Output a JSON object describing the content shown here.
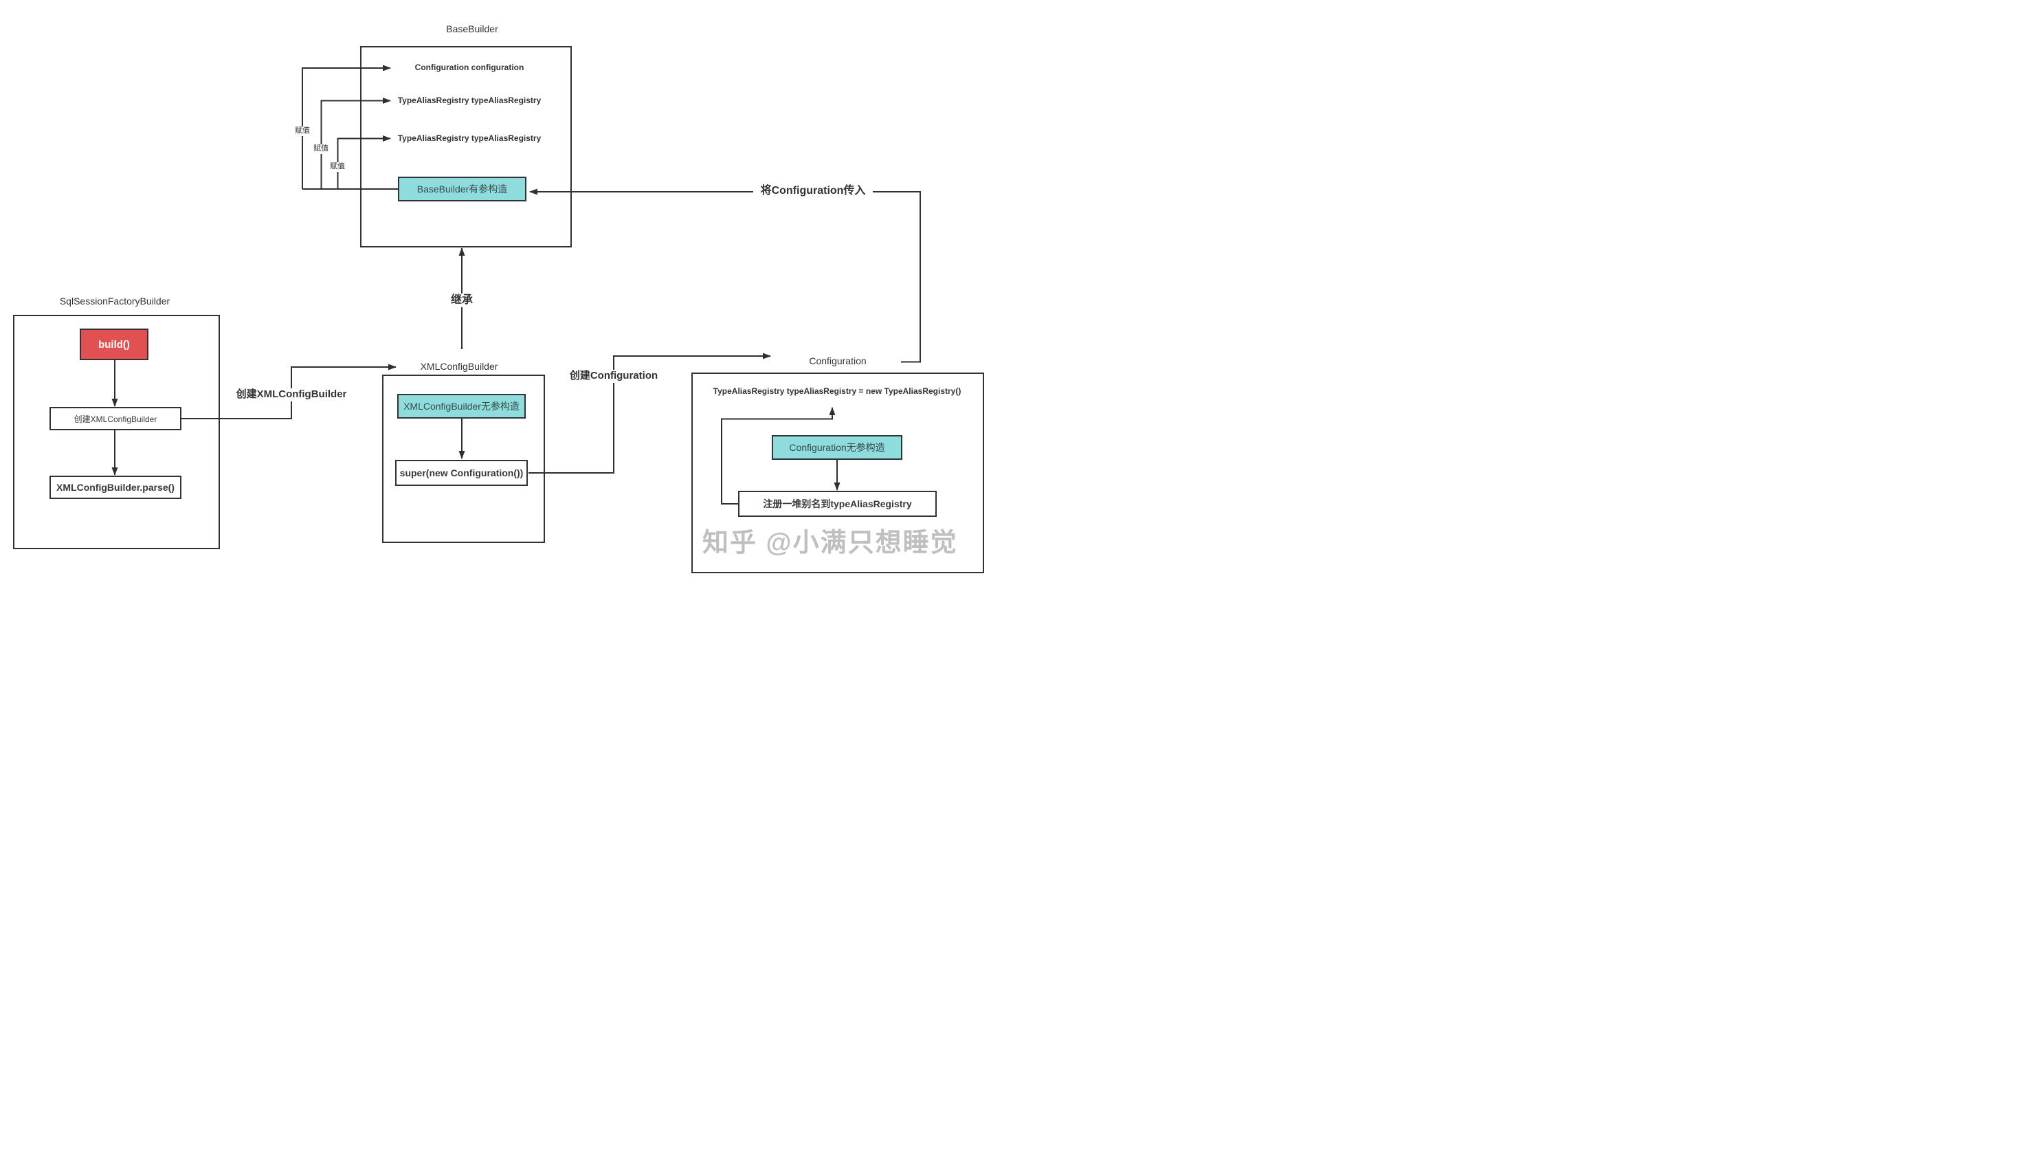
{
  "diagram": {
    "boxes": {
      "sql_session_factory_builder": {
        "title": "SqlSessionFactoryBuilder",
        "build_method": "build()",
        "create_xml_config_builder_step": "创建XMLConfigBuilder",
        "parse_step": "XMLConfigBuilder.parse()"
      },
      "xml_config_builder": {
        "title": "XMLConfigBuilder",
        "no_arg_constructor": "XMLConfigBuilder无参构造",
        "super_call": "super(new Configuration())"
      },
      "base_builder": {
        "title": "BaseBuilder",
        "fields": [
          "Configuration configuration",
          "TypeAliasRegistry typeAliasRegistry",
          "TypeAliasRegistry typeAliasRegistry"
        ],
        "param_constructor": "BaseBuilder有参构造"
      },
      "configuration": {
        "title": "Configuration",
        "field_init": "TypeAliasRegistry typeAliasRegistry = new TypeAliasRegistry()",
        "no_arg_constructor": "Configuration无参构造",
        "register_aliases": "注册一堆别名到typeAliasRegistry"
      }
    },
    "edge_labels": {
      "assign_1": "赋值",
      "assign_2": "赋值",
      "assign_3": "赋值",
      "inherit": "继承",
      "create_xml_config_builder": "创建XMLConfigBuilder",
      "create_configuration": "创建Configuration",
      "pass_configuration": "将Configuration传入"
    },
    "watermark": "知乎 @小满只想睡觉",
    "colors": {
      "line": "#2f2f2f",
      "box_border": "#2f3237",
      "teal_fill": "#8fdcdc",
      "red_fill": "#e25151",
      "text": "#383838",
      "watermark": "#b4b4b4"
    }
  }
}
